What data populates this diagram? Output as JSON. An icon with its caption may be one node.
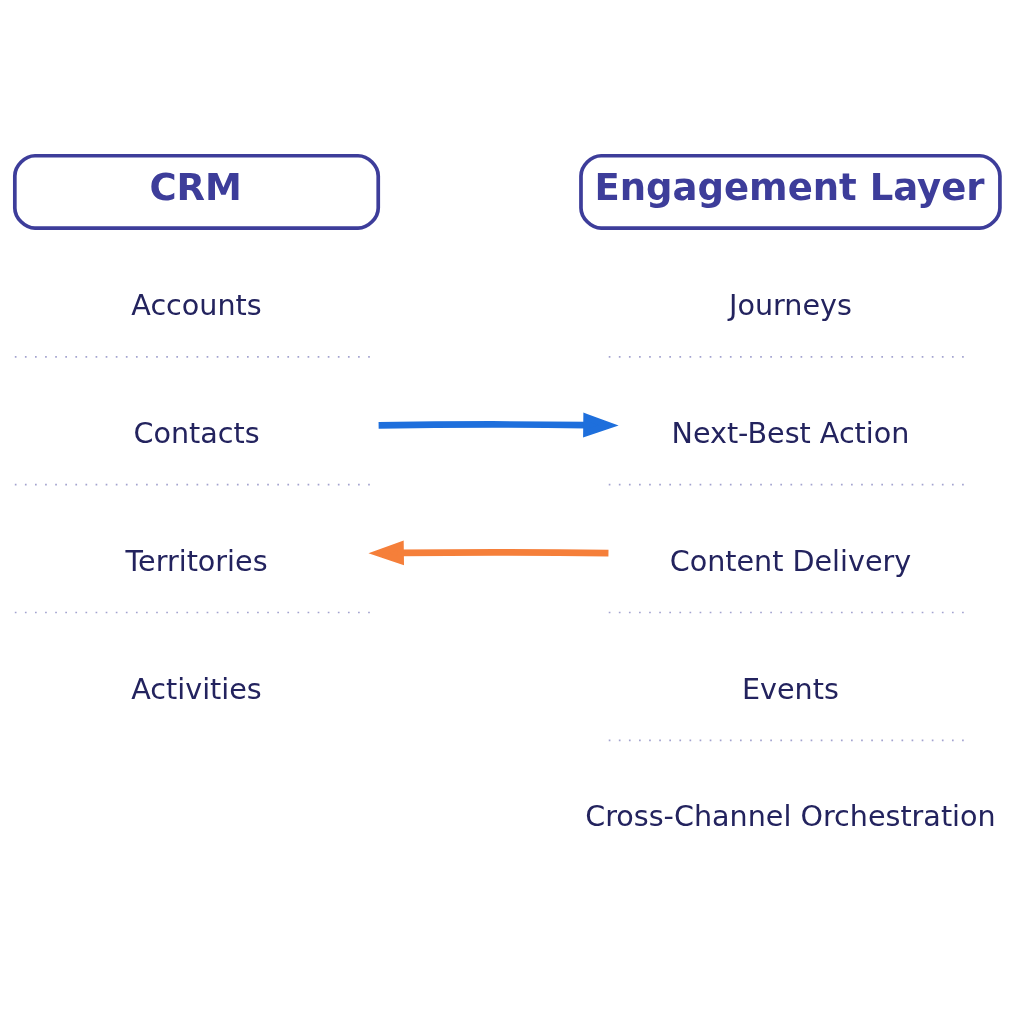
{
  "diagram": {
    "nodes": [
      {
        "text": [
          "CRM"
        ]
      },
      {
        "text": [
          "Accounts"
        ]
      },
      {
        "text": [
          "Contacts"
        ]
      },
      {
        "text": [
          "Territories"
        ]
      },
      {
        "text": [
          "Activities"
        ]
      },
      {
        "text": [
          "Engagement Layer"
        ]
      },
      {
        "text": [
          "Journeys"
        ]
      },
      {
        "text": [
          "Next-Best Action"
        ]
      },
      {
        "text": [
          "Content Delivery"
        ]
      },
      {
        "text": [
          "Events"
        ]
      },
      {
        "text": [
          "Cross-Channel Orchestration"
        ]
      }
    ],
    "edges": [
      {
        "from": 2,
        "to": 7,
        "arrow": "to",
        "color": "#1e6fdc"
      },
      {
        "from": 8,
        "to": 3,
        "arrow": "to",
        "color": "#f57f3a"
      }
    ]
  }
}
